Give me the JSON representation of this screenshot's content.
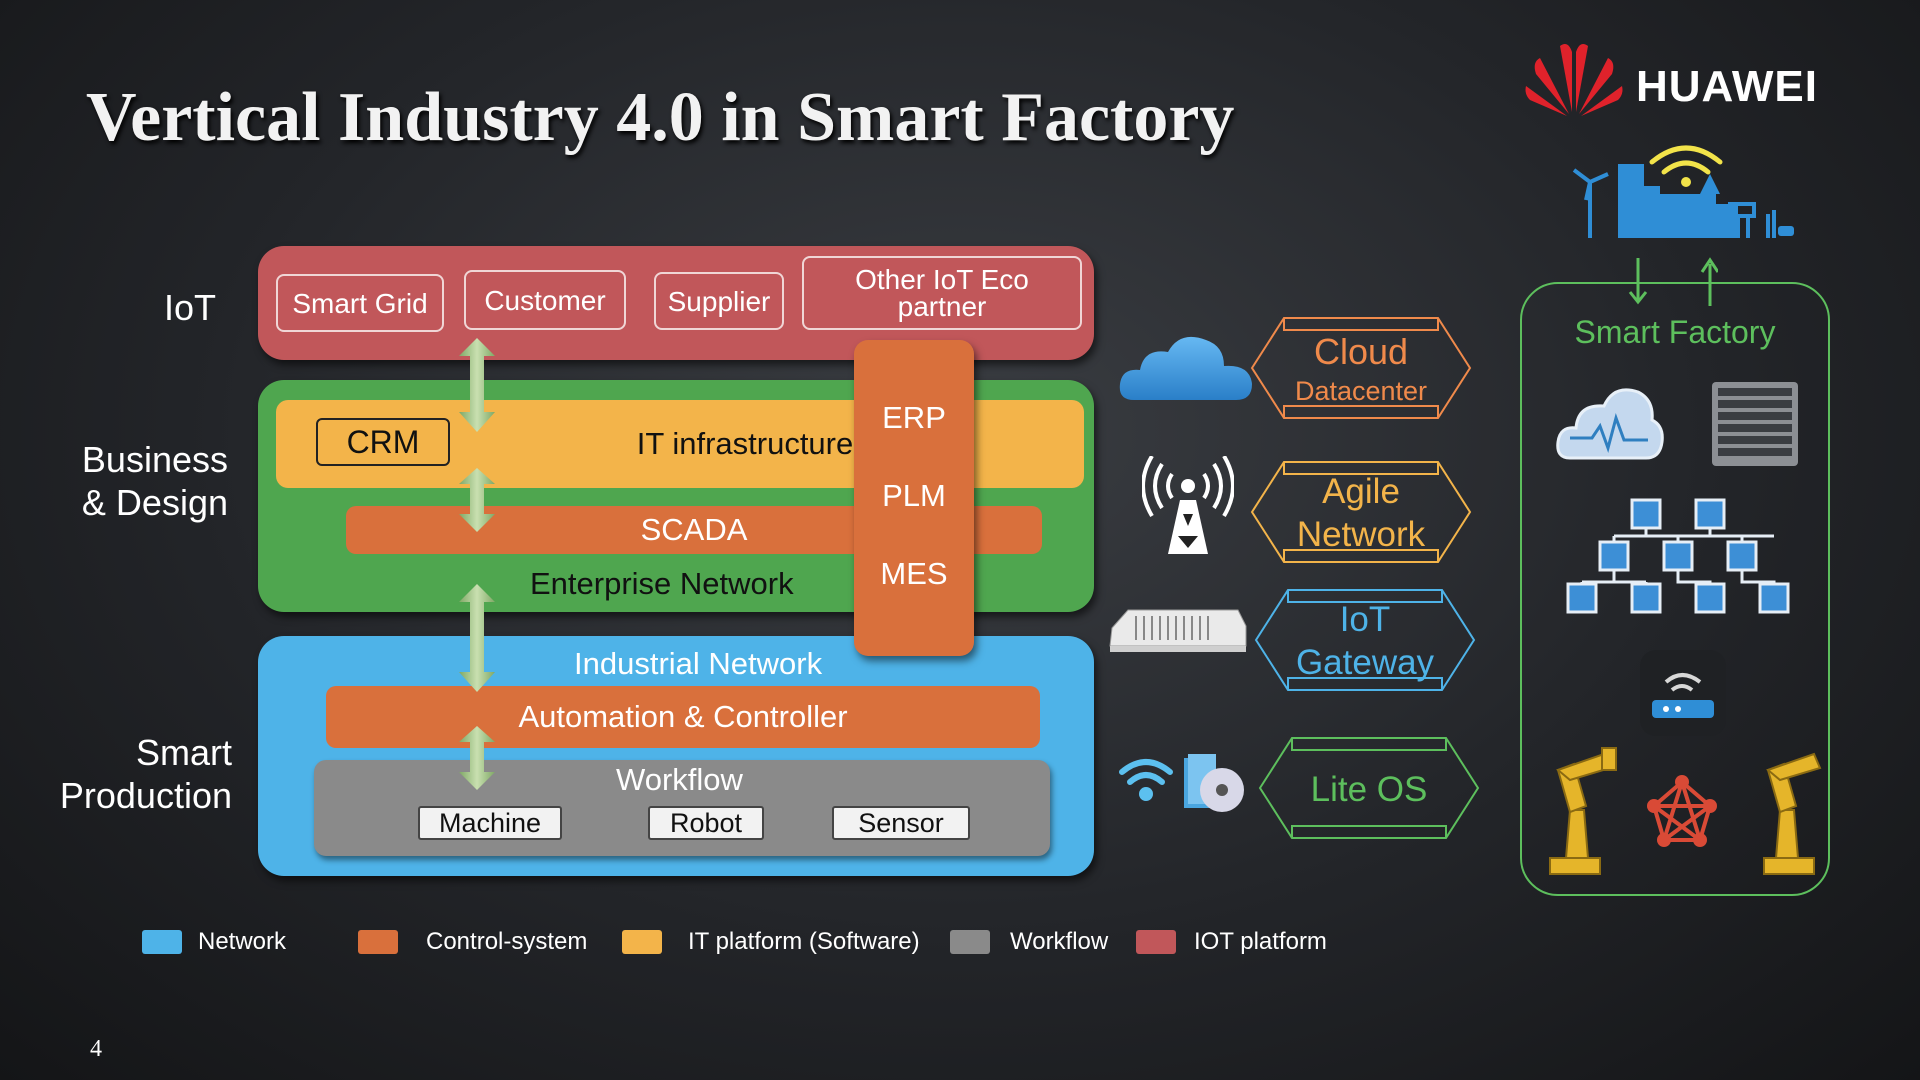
{
  "slide": {
    "title": "Vertical Industry 4.0 in Smart Factory",
    "page_number": "4",
    "logo_text": "HUAWEI"
  },
  "rows": {
    "iot": "IoT",
    "business": [
      "Business",
      "& Design"
    ],
    "production": [
      "Smart",
      "Production"
    ]
  },
  "iot_platform": {
    "items": [
      "Smart Grid",
      "Customer",
      "Supplier",
      "Other IoT  Eco partner"
    ]
  },
  "business": {
    "crm": "CRM",
    "it_infrastructure": "IT infrastructure",
    "scada": "SCADA",
    "enterprise_network": "Enterprise Network"
  },
  "systems": [
    "ERP",
    "PLM",
    "MES"
  ],
  "production": {
    "industrial_network": "Industrial Network",
    "automation": "Automation & Controller",
    "workflow": "Workflow",
    "devices": [
      "Machine",
      "Robot",
      "Sensor"
    ]
  },
  "connectors": {
    "cloud": [
      "Cloud",
      "Datacenter"
    ],
    "agile": [
      "Agile",
      "Network"
    ],
    "gateway": [
      "IoT",
      "Gateway"
    ],
    "liteos": "Lite OS"
  },
  "smart_factory": {
    "label": "Smart Factory"
  },
  "legend": [
    {
      "label": "Network",
      "color": "#4eb3e8"
    },
    {
      "label": "Control-system",
      "color": "#d9703c"
    },
    {
      "label": "IT platform (Software)",
      "color": "#f3b44a"
    },
    {
      "label": "Workflow",
      "color": "#8a8a8a"
    },
    {
      "label": "IOT platform",
      "color": "#c1575a"
    }
  ],
  "colors": {
    "iot_red": "#c1575a",
    "business_green": "#4fa64f",
    "it_yellow": "#f3b44a",
    "control_orange": "#d9703c",
    "network_blue": "#4eb3e8",
    "workflow_gray": "#8a8a8a",
    "cloud_orange": "#f08a4b",
    "agile_yellow": "#f3b44a",
    "gateway_blue": "#4eb3e8",
    "liteos_green": "#5dbf5d",
    "huawei_red": "#e0222b"
  }
}
